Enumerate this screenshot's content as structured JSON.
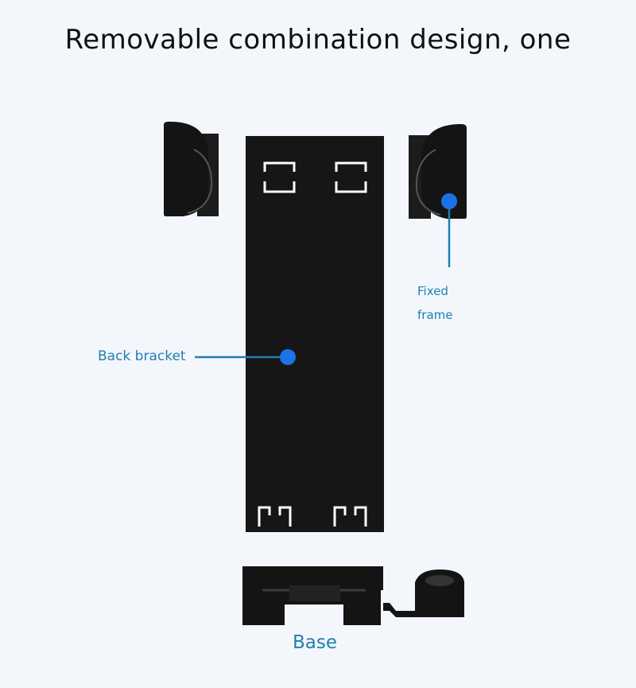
{
  "title": "Removable combination design, one",
  "labels": {
    "fixed_frame_line1": "Fixed",
    "fixed_frame_line2": "frame",
    "back_bracket": "Back bracket",
    "base": "Base"
  },
  "colors": {
    "background": "#f3f7fc",
    "part": "#141414",
    "accent": "#1f7fb0",
    "marker": "#1a73e8"
  }
}
